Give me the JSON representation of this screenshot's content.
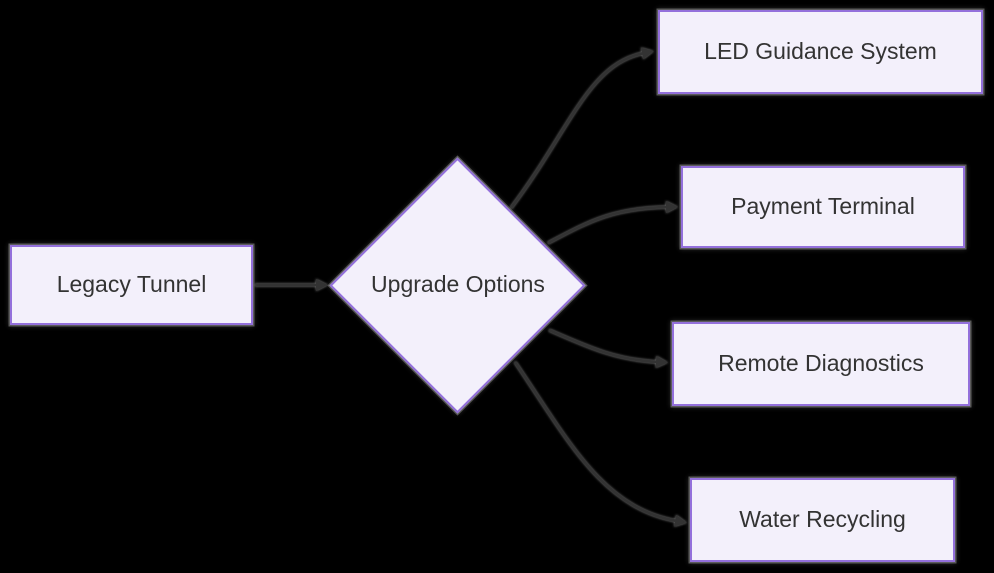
{
  "diagram": {
    "type": "flowchart",
    "direction": "left-to-right",
    "colors": {
      "background": "#000000",
      "node_fill": "#f3f0fb",
      "node_border": "#9370DB",
      "edge": "#333333",
      "text": "#333333"
    },
    "nodes": {
      "legacy": {
        "label": "Legacy Tunnel",
        "shape": "rectangle"
      },
      "decision": {
        "label": "Upgrade Options",
        "shape": "diamond"
      },
      "led": {
        "label": "LED Guidance System",
        "shape": "rectangle"
      },
      "payment": {
        "label": "Payment Terminal",
        "shape": "rectangle"
      },
      "remote": {
        "label": "Remote Diagnostics",
        "shape": "rectangle"
      },
      "water": {
        "label": "Water Recycling",
        "shape": "rectangle"
      }
    },
    "edges": [
      {
        "from": "legacy",
        "to": "decision",
        "arrow": "right"
      },
      {
        "from": "decision",
        "to": "led",
        "arrow": "right"
      },
      {
        "from": "decision",
        "to": "payment",
        "arrow": "right"
      },
      {
        "from": "decision",
        "to": "remote",
        "arrow": "right"
      },
      {
        "from": "decision",
        "to": "water",
        "arrow": "right"
      }
    ]
  }
}
